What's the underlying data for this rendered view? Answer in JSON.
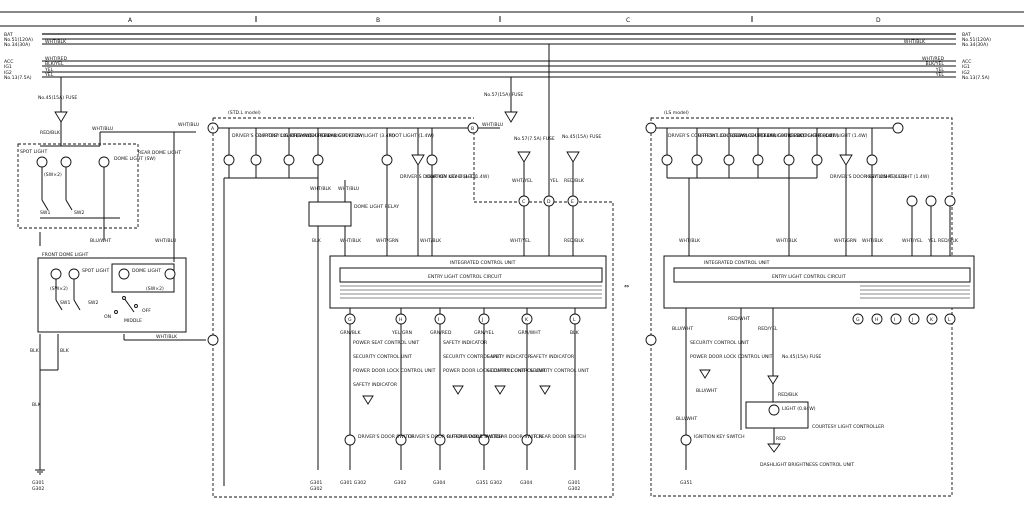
{
  "columns": [
    "A",
    "B",
    "C",
    "D"
  ],
  "power_rails": {
    "left_labels": [
      "BAT",
      "No.51(120A)",
      "No.34(30A)",
      "ACC",
      "IG1",
      "IG2",
      "No.13(7.5A)"
    ],
    "right_labels": [
      "BAT",
      "No.51(120A)",
      "No.34(30A)",
      "ACC",
      "IG1",
      "IG2",
      "No.13(7.5A)"
    ],
    "wire_left": [
      "",
      "",
      "WHT/BLK",
      "WHT/RED",
      "BLK/YEL",
      "YEL",
      "YEL"
    ],
    "wire_right": [
      "",
      "",
      "WHT/BLK",
      "WHT/RED",
      "BLK/YEL",
      "YEL",
      "YEL"
    ]
  },
  "left_section": {
    "fuse_label": "No.45(15A) FUSE",
    "red_blk": "RED/BLK",
    "wht_blu": "WHT/BLU",
    "spot_light_label": "SPOT LIGHT",
    "sw_w2": "(SW×2)",
    "sw1": "SW1",
    "sw2": "SW2",
    "dome_light_label": "DOME LIGHT (SW)",
    "rear_dome_light": "REAR DOME LIGHT",
    "blu_wht": "BLU/WHT",
    "front_dome_light": "FRONT DOME LIGHT",
    "fdl_spot": "SPOT LIGHT",
    "fdl_dome": "DOME LIGHT",
    "on": "ON",
    "off": "OFF",
    "middle": "MIDDLE",
    "wht_blk": "WHT/BLK",
    "blk": "BLK",
    "ground_left": [
      "G301",
      "G302"
    ]
  },
  "center_section": {
    "model_label": "(STD.L model)",
    "lights": [
      {
        "name": "DRIVER'S COURTESY LIGHT (3.4W)"
      },
      {
        "name": "R.FRONT COURTESY LIGHT (3.4W)"
      },
      {
        "name": "L.REAR COURTESY LIGHT (3.4W)"
      },
      {
        "name": "R.REAR COURTESY LIGHT (3.4W)"
      },
      {
        "name": "FOOT LIGHT (1.4W)"
      },
      {
        "name": "DRIVER'S DOOR KEY LIGHT (LED)"
      },
      {
        "name": "IGNITION KEY LIGHT (1.4W)"
      }
    ],
    "fuse_57": "No.57(7.5A) FUSE",
    "fuse_45": "No.45(15A) FUSE",
    "fuse_57_top": "No.57(15A) FUSE",
    "wht_yel": "WHT/YEL",
    "yel": "YEL",
    "red_blk": "RED/BLK",
    "wht_blu": "WHT/BLU",
    "wht_blk": "WHT/BLK",
    "wht_grn": "WHT/GRN",
    "blk": "BLK",
    "dome_light_relay": "DOME LIGHT RELAY",
    "icu": "INTEGRATED CONTROL UNIT",
    "elcc": "ENTRY LIGHT CONTROL CIRCUIT",
    "connector_letters_top": [
      "A",
      "B",
      "C",
      "D",
      "E"
    ],
    "connector_letters_bottom": [
      "G",
      "H",
      "I",
      "J",
      "K",
      "L"
    ],
    "bottom_wires": [
      "GRN/BLK",
      "YEL/GRN",
      "GRN/RED",
      "GRN/YEL",
      "GRN/WHT",
      "BLK"
    ],
    "notes_g": [
      "POWER SEAT CONTROL UNIT",
      "SECURITY CONTROL UNIT",
      "POWER DOOR LOCK CONTROL UNIT",
      "SAFETY INDICATOR"
    ],
    "notes_i": [
      "SAFETY INDICATOR",
      "SECURITY CONTROL UNIT",
      "POWER DOOR LOCK CONTROL UNIT"
    ],
    "notes_j": [
      "SAFETY INDICATOR",
      "SECURITY CONTROL UNIT"
    ],
    "notes_k": [
      "SAFETY INDICATOR",
      "SECURITY CONTROL UNIT"
    ],
    "switches": [
      {
        "name": "DRIVER'S DOOR SWITCH",
        "ground": "G301 G302"
      },
      {
        "name": "DRIVER'S DOOR OUTER HANDLE SWITCH",
        "ground": "G302"
      },
      {
        "name": "R.FRONT DOOR SWITCH",
        "ground": "G304"
      },
      {
        "name": "L.REAR DOOR SWITCH",
        "ground": "G351 G302"
      },
      {
        "name": "R.REAR DOOR SWITCH",
        "ground": "G304"
      }
    ],
    "ground_center": [
      "G301",
      "G302"
    ],
    "ground_right_col": [
      "G301",
      "G302"
    ]
  },
  "right_section": {
    "model_label": "(LS model)",
    "lights": [
      {
        "name": "DRIVER'S COURTESY LIGHT (3.4W)"
      },
      {
        "name": "R.FRONT COURTESY LIGHT (3.4W)"
      },
      {
        "name": "L.REAR COURTESY LIGHT (3.4W)"
      },
      {
        "name": "R.REAR COURTESY LIGHT (3.4W)"
      },
      {
        "name": "L FOOT LIGHT (1.4W)"
      },
      {
        "name": "R FOOT LIGHT (1.4W)"
      },
      {
        "name": "DRIVER'S DOOR KEY LIGHT (LED)"
      },
      {
        "name": "IGNITION KEY LIGHT (1.4W)"
      }
    ],
    "wht_blk": "WHT/BLK",
    "wht_grn": "WHT/GRN",
    "wht_yel": "WHT/YEL",
    "yel": "YEL",
    "red_blk": "RED/BLK",
    "icu": "INTEGRATED CONTROL UNIT",
    "elcc": "ENTRY LIGHT CONTROL CIRCUIT",
    "blu_wht": "BLU/WHT",
    "red_wht": "RED/WHT",
    "red_yel": "RED/YEL",
    "notes": [
      "SECURITY CONTROL UNIT",
      "POWER DOOR LOCK CONTROL UNIT"
    ],
    "fuse_45": "No.45(15A) FUSE",
    "light_label": "LIGHT (0.84W)",
    "courtesy_controller": "COURTESY LIGHT CONTROLLER",
    "red": "RED",
    "dash_unit": "DASHLIGHT BRIGHTNESS CONTROL UNIT",
    "ignition_switch": "IGNITION KEY SWITCH",
    "ground": "G351",
    "connector_letters_bottom": [
      "G",
      "H",
      "I",
      "J",
      "K",
      "L"
    ]
  },
  "arrow_symbol": "⇔"
}
